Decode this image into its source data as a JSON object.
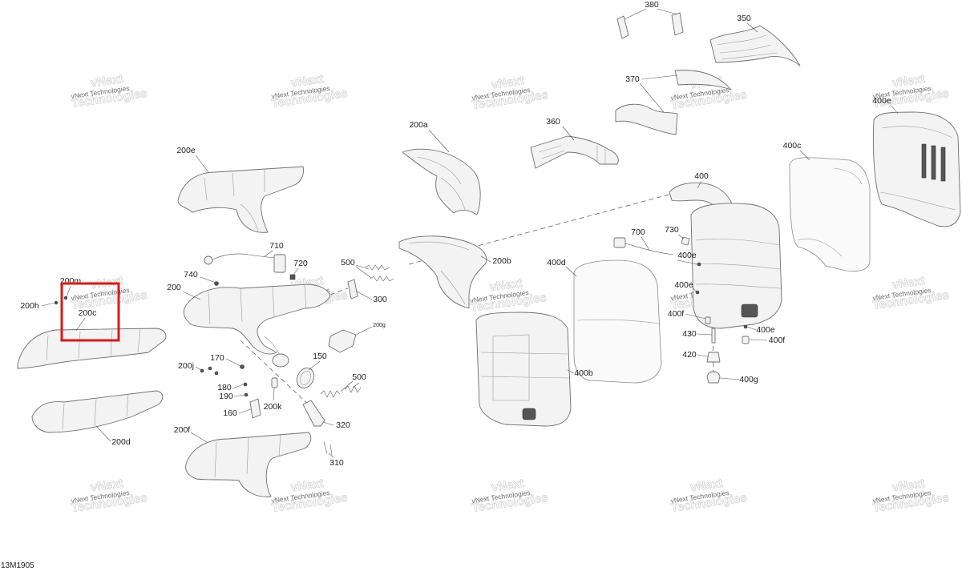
{
  "figure_id": "13M1905",
  "watermark": {
    "text": "vNext Technologies",
    "stamp_line1": "vNext",
    "stamp_line2": "Technologies"
  },
  "callouts": [
    "380",
    "350",
    "370",
    "360",
    "200a",
    "200e",
    "400e",
    "400c",
    "400",
    "700",
    "730",
    "710",
    "720",
    "740",
    "500",
    "200b",
    "400d",
    "400e",
    "200",
    "200m",
    "400e",
    "200h",
    "200c",
    "300",
    "400f",
    "430",
    "420",
    "400e",
    "400f",
    "400g",
    "200g",
    "170",
    "200j",
    "150",
    "400b",
    "500",
    "180",
    "190",
    "200k",
    "160",
    "320",
    "200f",
    "200d",
    "310"
  ],
  "highlight": {
    "color": "#d9191c"
  },
  "colors": {
    "line": "#6f6f6f",
    "part_fill": "#f3f3f3",
    "label": "#222222"
  }
}
